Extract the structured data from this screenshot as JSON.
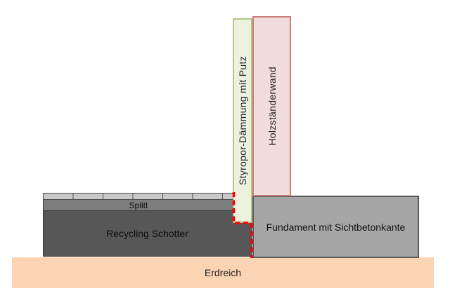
{
  "diagram": {
    "type": "construction-detail-section",
    "labels": {
      "insulation": "Styropor-Dämmung mit Putz",
      "wall": "Holzständerwand",
      "splitt": "Splitt",
      "gravel": "Recycling Schotter",
      "foundation": "Fundament mit Sichtbetonkante",
      "soil": "Erdreich"
    },
    "colors": {
      "insulation_fill": "#edf2de",
      "insulation_border": "#b2c687",
      "wall_fill": "#f2dcdb",
      "wall_border": "#cb7d7a",
      "paver_fill": "#c9c9c9",
      "splitt_fill": "#7d7d7d",
      "gravel_fill": "#575757",
      "foundation_fill": "#a6a6a6",
      "soil_fill": "#fbd4b4",
      "outline": "#3a3a3a",
      "perimeter_dashed_line": "#ff0000",
      "text": "#262626",
      "background": "#ffffff"
    }
  }
}
